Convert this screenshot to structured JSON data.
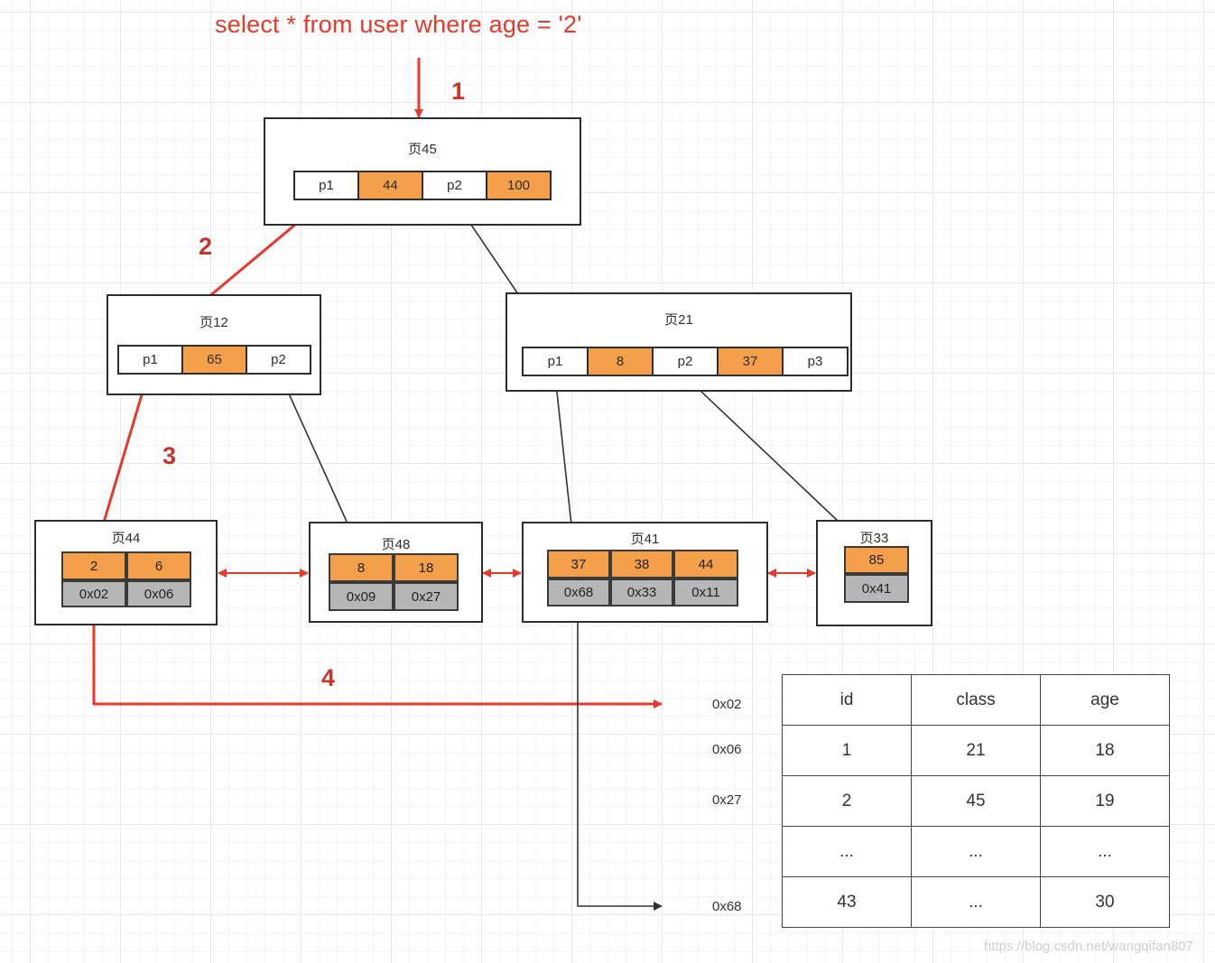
{
  "query": "select * from user where age = '2'",
  "steps": [
    "1",
    "2",
    "3",
    "4"
  ],
  "root": {
    "title": "页45",
    "cells": [
      {
        "text": "p1",
        "kind": "pointer"
      },
      {
        "text": "44",
        "kind": "key"
      },
      {
        "text": "p2",
        "kind": "pointer"
      },
      {
        "text": "100",
        "kind": "key"
      }
    ]
  },
  "inner": [
    {
      "title": "页12",
      "cells": [
        {
          "text": "p1",
          "kind": "pointer"
        },
        {
          "text": "65",
          "kind": "key"
        },
        {
          "text": "p2",
          "kind": "pointer"
        }
      ]
    },
    {
      "title": "页21",
      "cells": [
        {
          "text": "p1",
          "kind": "pointer"
        },
        {
          "text": "8",
          "kind": "key"
        },
        {
          "text": "p2",
          "kind": "pointer"
        },
        {
          "text": "37",
          "kind": "key"
        },
        {
          "text": "p3",
          "kind": "pointer"
        }
      ]
    }
  ],
  "leaves": [
    {
      "title": "页44",
      "keys": [
        "2",
        "6"
      ],
      "addrs": [
        "0x02",
        "0x06"
      ]
    },
    {
      "title": "页48",
      "keys": [
        "8",
        "18"
      ],
      "addrs": [
        "0x09",
        "0x27"
      ]
    },
    {
      "title": "页41",
      "keys": [
        "37",
        "38",
        "44"
      ],
      "addrs": [
        "0x68",
        "0x33",
        "0x11"
      ]
    },
    {
      "title": "页33",
      "keys": [
        "85"
      ],
      "addrs": [
        "0x41"
      ]
    }
  ],
  "row_addresses": [
    "0x02",
    "0x06",
    "0x27",
    "0x68"
  ],
  "table": {
    "headers": [
      "id",
      "class",
      "age"
    ],
    "rows": [
      [
        "1",
        "21",
        "18"
      ],
      [
        "2",
        "45",
        "19"
      ],
      [
        "...",
        "...",
        "..."
      ],
      [
        "43",
        "...",
        "30"
      ]
    ]
  },
  "watermark": "https://blog.csdn.net/wangqifan807",
  "colors": {
    "key_fill": "#f4a04a",
    "address_fill": "#b6b6b8",
    "search_path": "#e8382c",
    "normal_path": "#333333"
  }
}
